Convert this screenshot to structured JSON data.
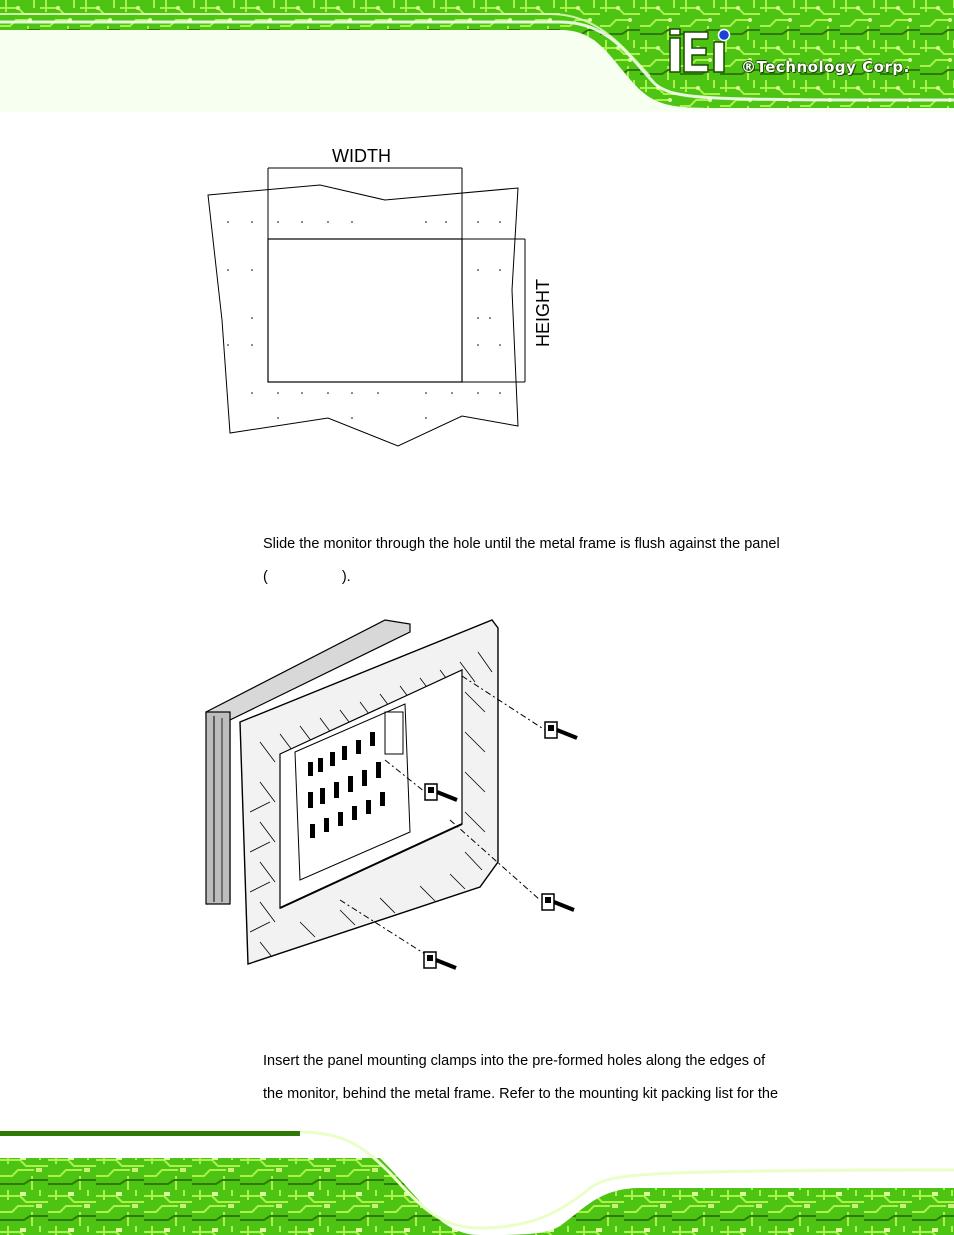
{
  "header": {
    "logo_letters": "iEi",
    "logo_text": "®Technology Corp."
  },
  "figure1": {
    "width_label": "WIDTH",
    "height_label": "HEIGHT"
  },
  "paragraph1": {
    "line1": "Slide the monitor through the hole until the metal frame is flush against the panel",
    "line2_open": "(",
    "line2_close": ")."
  },
  "paragraph2": {
    "line1": "Insert the panel mounting clamps into the pre-formed holes along the edges of",
    "line2": "the monitor, behind the metal frame. Refer to the mounting kit packing list for the"
  },
  "colors": {
    "pcb_green": "#5fd21a",
    "pcb_dark": "#2f7a07",
    "logo_blue": "#1c3fd6"
  }
}
